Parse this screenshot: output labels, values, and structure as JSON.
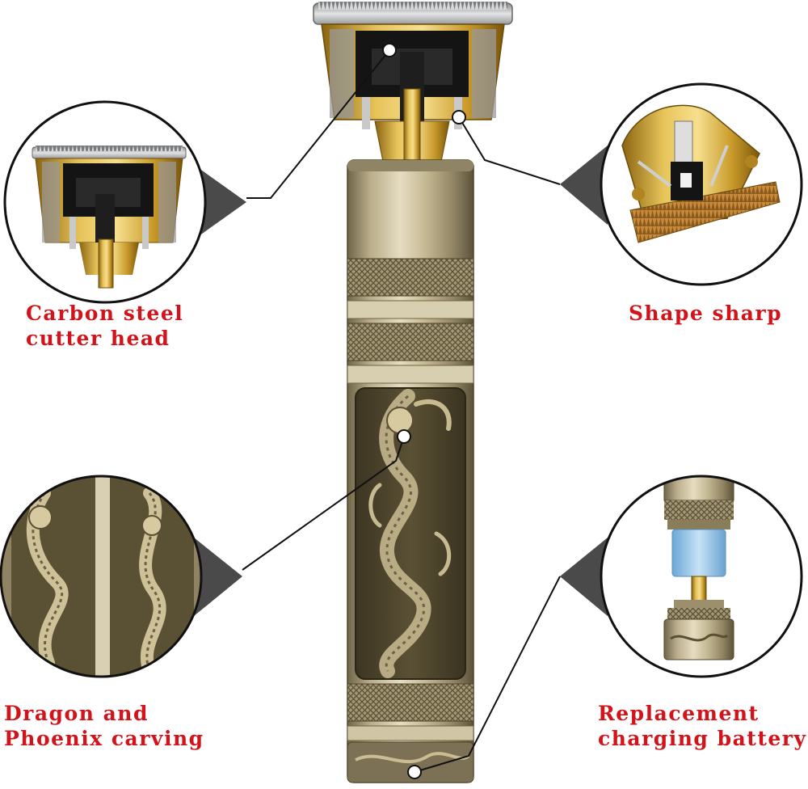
{
  "callouts": {
    "cutter_head": {
      "line1": "Carbon steel",
      "line2": "cutter head"
    },
    "shape_sharp": {
      "line1": "Shape sharp"
    },
    "carving": {
      "line1": "Dragon and",
      "line2": "Phoenix carving"
    },
    "battery": {
      "line1": "Replacement",
      "line2": "charging battery"
    }
  },
  "colors": {
    "label_text": "#d2141a",
    "gold": "#d4a72c",
    "bronze": "#b9aa86",
    "bronze_dark": "#4d4328",
    "callout_wedge": "#4a4a4a",
    "leader_line": "#111111"
  }
}
